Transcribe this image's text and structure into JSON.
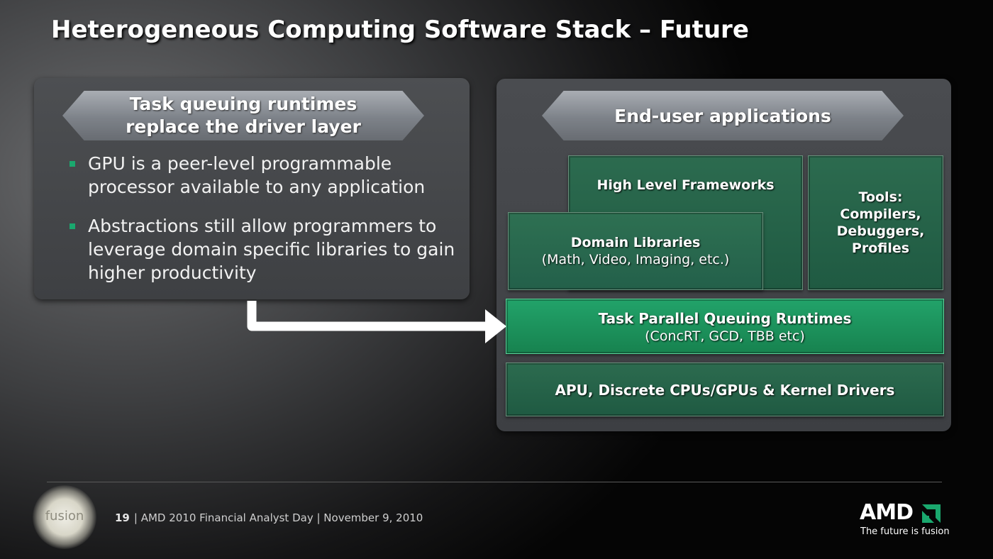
{
  "title": "Heterogeneous Computing Software Stack – Future",
  "left": {
    "banner_line1": "Task queuing runtimes",
    "banner_line2": "replace the driver layer",
    "bullets": [
      "GPU is a peer-level programmable processor available to any application",
      "Abstractions still allow programmers to leverage domain specific libraries to gain higher productivity"
    ]
  },
  "right": {
    "banner": "End-user applications",
    "high_level_frameworks": "High Level Frameworks",
    "tools": [
      "Tools:",
      "Compilers,",
      "Debuggers,",
      "Profiles"
    ],
    "domain_libraries": "Domain Libraries",
    "domain_libraries_sub": "(Math, Video, Imaging, etc.)",
    "task_parallel": "Task  Parallel Queuing Runtimes",
    "task_parallel_sub": "(ConcRT, GCD, TBB etc)",
    "apu": "APU, Discrete CPUs/GPUs & Kernel Drivers"
  },
  "footer": {
    "page_number": "19",
    "text": "| AMD 2010 Financial Analyst Day | November 9, 2010",
    "fusion_logo_text": "fusion",
    "amd_logo_text": "AMD",
    "amd_tagline": "The future is fusion"
  },
  "colors": {
    "accent_green": "#1aa86e",
    "highlight_green": "#22a36a",
    "box_green": "#2c6b4f"
  }
}
